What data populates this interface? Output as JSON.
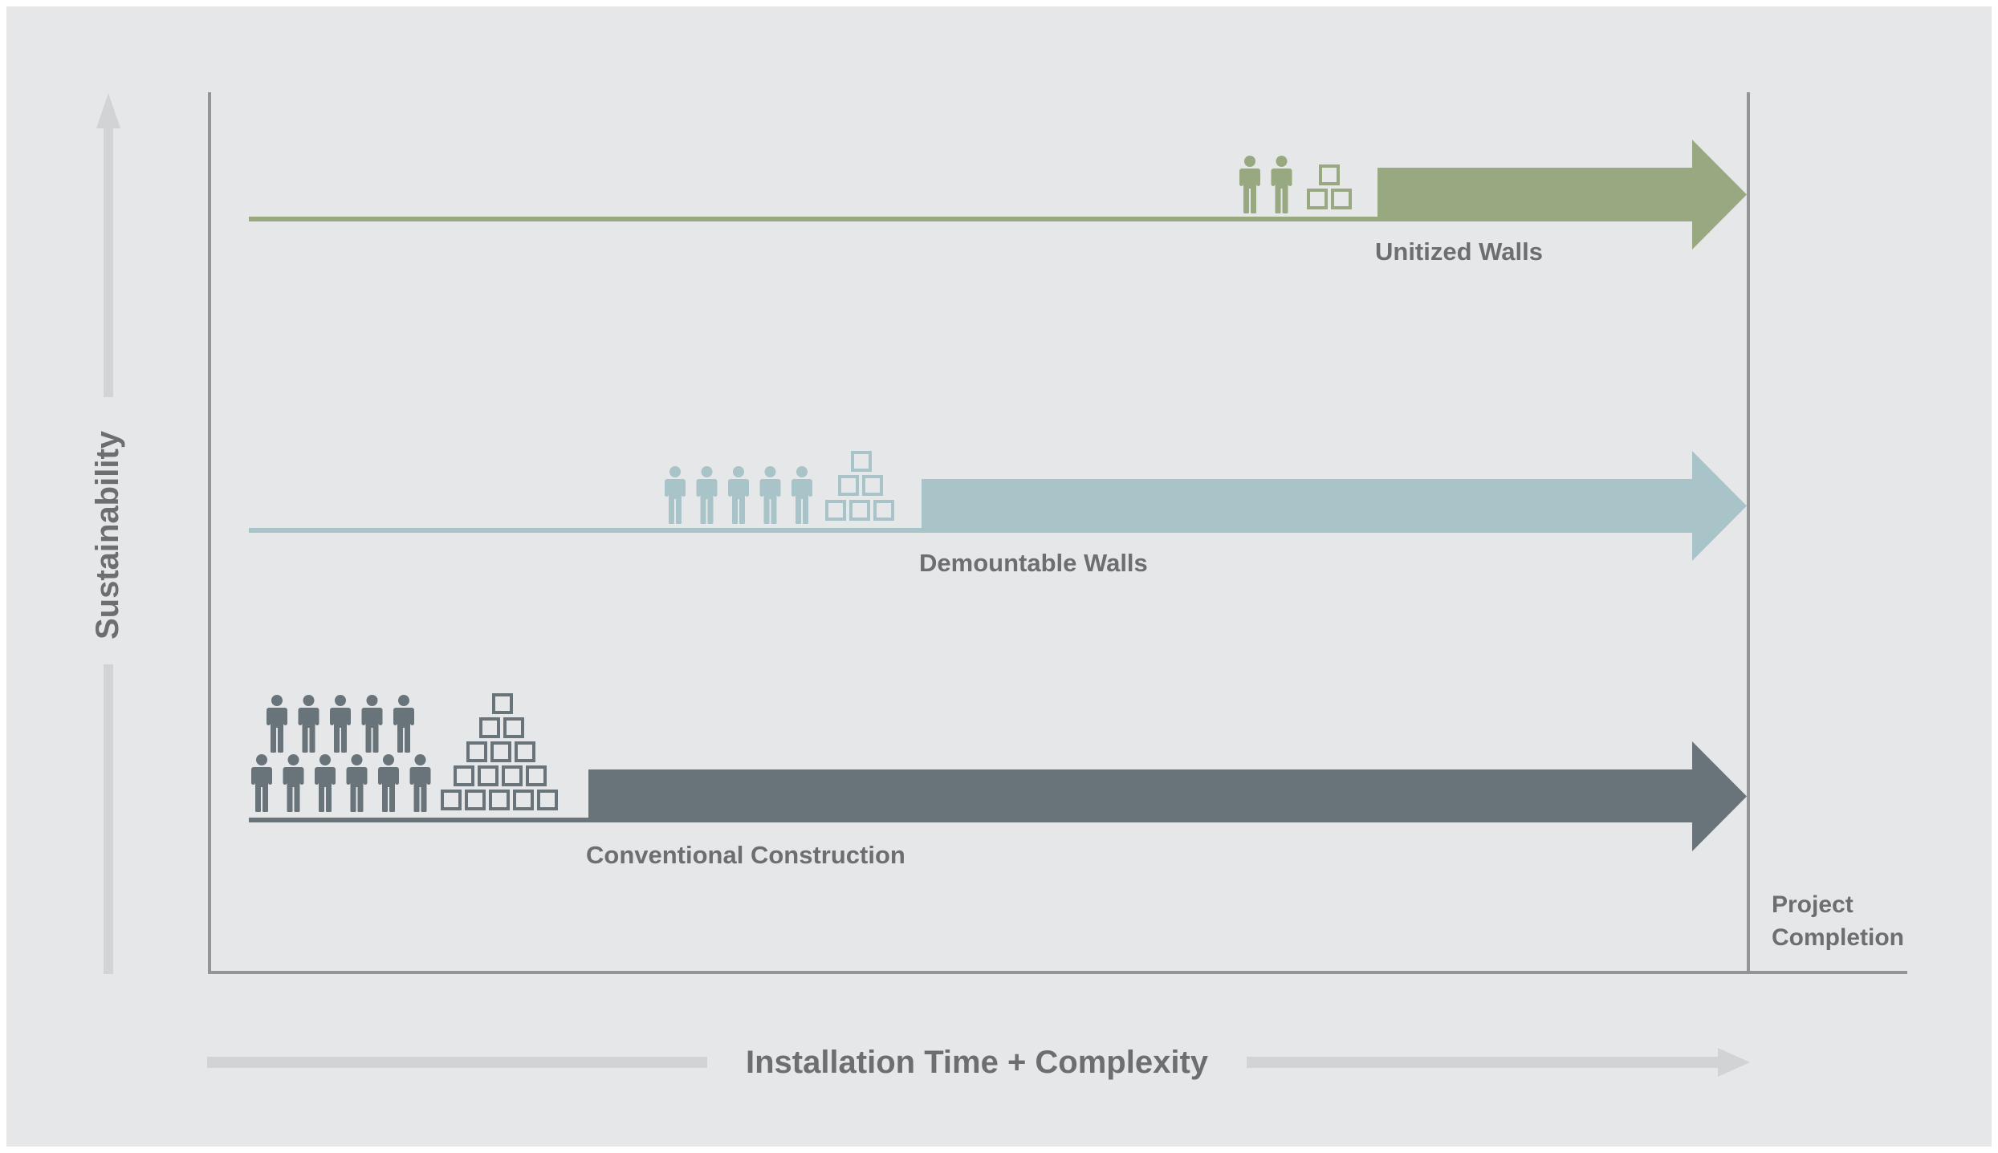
{
  "colors": {
    "background": "#e6e7e8",
    "axis": "#929497",
    "axis_arrow_faint": "#d2d3d5",
    "text": "#6d6e71",
    "unitized": "#98a982",
    "demountable": "#a8c4c8",
    "conventional": "#68737a"
  },
  "axes": {
    "y_label": "Sustainability",
    "x_label": "Installation Time + Complexity",
    "end_label_line1": "Project",
    "end_label_line2": "Completion"
  },
  "rows": [
    {
      "id": "unitized",
      "label": "Unitized Walls",
      "workers": 2,
      "crates": 3,
      "color_key": "unitized"
    },
    {
      "id": "demountable",
      "label": "Demountable Walls",
      "workers": 5,
      "crates": 6,
      "color_key": "demountable"
    },
    {
      "id": "conventional",
      "label": "Conventional Construction",
      "workers": 11,
      "crates": 15,
      "color_key": "conventional"
    }
  ],
  "icons": {
    "worker": "person-icon",
    "crate": "box-icon"
  }
}
